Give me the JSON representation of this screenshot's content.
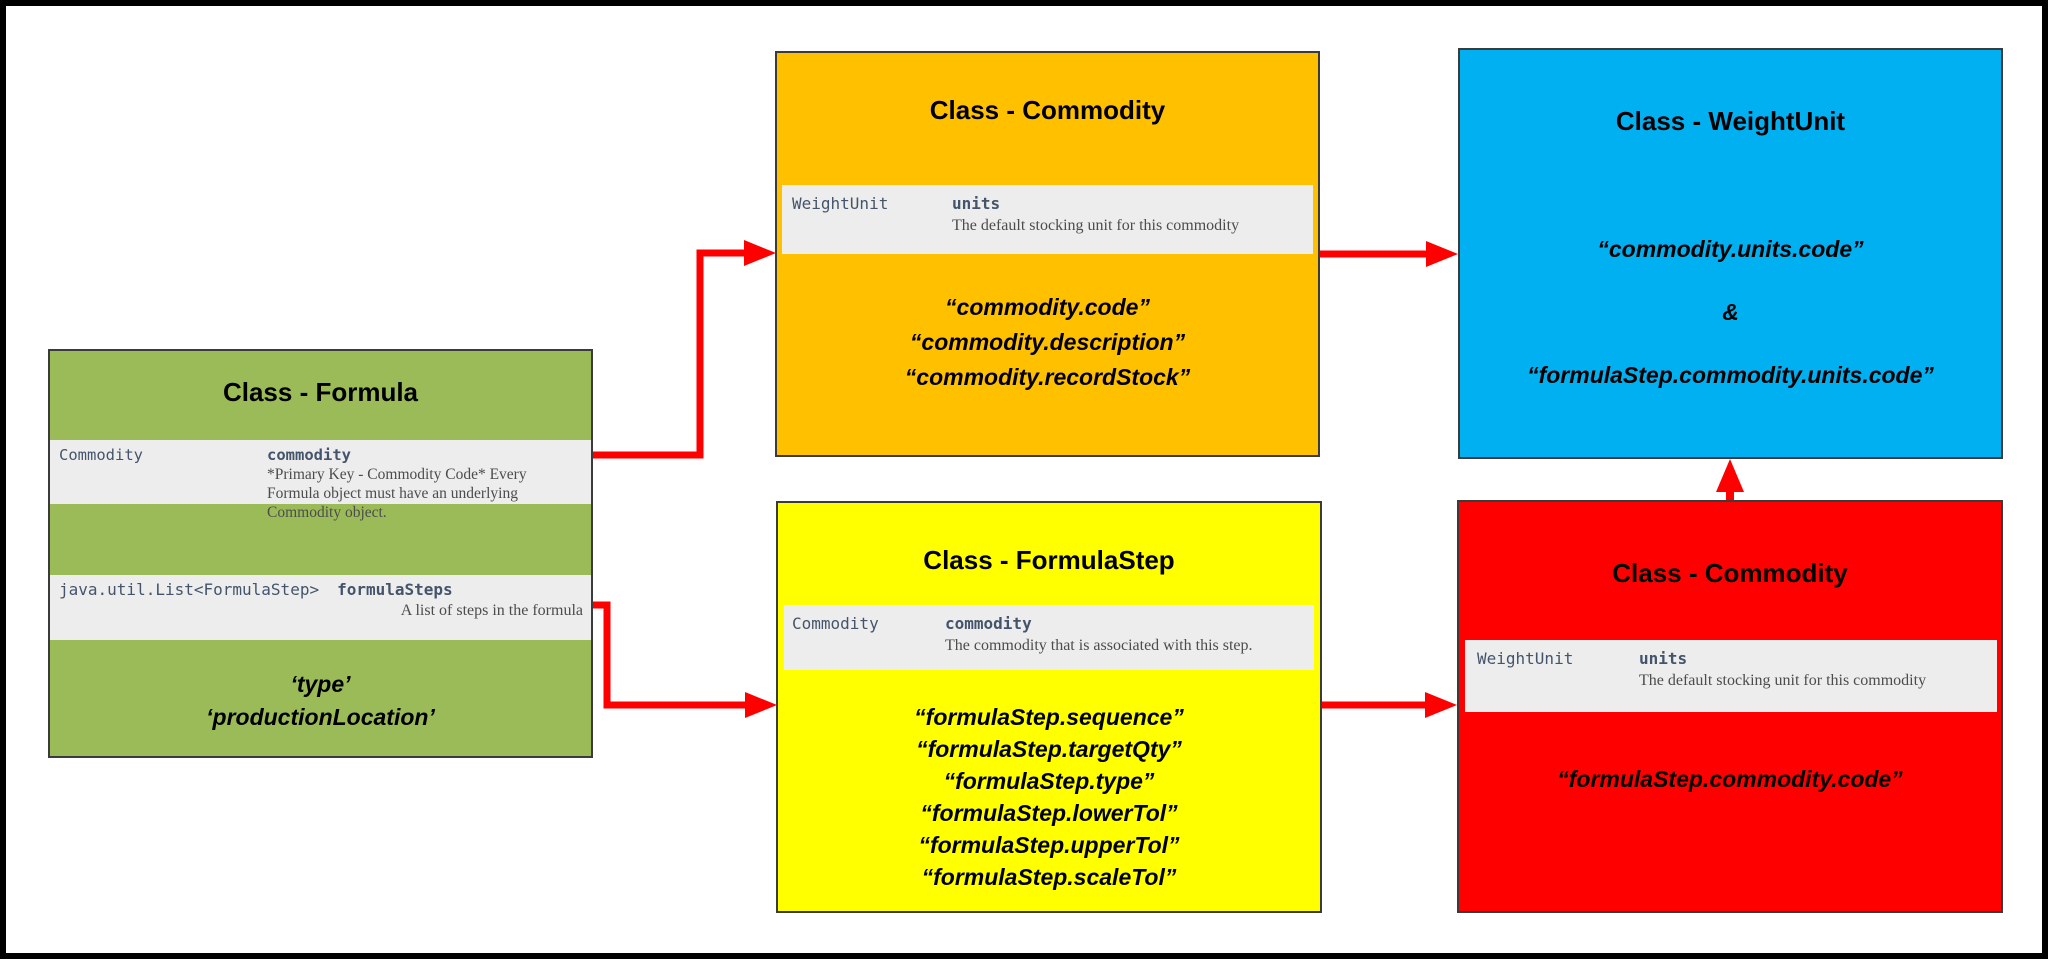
{
  "diagram": {
    "background_color": "#FFFFFF",
    "frame_color": "#000000",
    "arrow_color": "#FF0000",
    "row_background": "#EDEDED",
    "boxes": [
      {
        "id": "formula",
        "title": "Class - Formula",
        "color": "#9BBB59",
        "fields": [
          {
            "type": "Commodity",
            "name": "commodity",
            "description": "*Primary Key - Commodity Code* Every Formula object must have an underlying Commodity object."
          },
          {
            "type": "java.util.List<FormulaStep>",
            "name": "formulaSteps",
            "description": "A list of steps in the formula"
          }
        ],
        "bindings": [
          "‘type’",
          "‘productionLocation’"
        ]
      },
      {
        "id": "commodity-top",
        "title": "Class - Commodity",
        "color": "#FFC000",
        "fields": [
          {
            "type": "WeightUnit",
            "name": "units",
            "description": "The default stocking unit for this commodity"
          }
        ],
        "bindings": [
          "“commodity.code”",
          "“commodity.description”",
          "“commodity.recordStock”"
        ]
      },
      {
        "id": "weightunit",
        "title": "Class - WeightUnit",
        "color": "#00B0F0",
        "fields": [],
        "bindings": [
          "“commodity.units.code”",
          "&",
          "“formulaStep.commodity.units.code”"
        ]
      },
      {
        "id": "formulastep",
        "title": "Class - FormulaStep",
        "color": "#FFFF00",
        "fields": [
          {
            "type": "Commodity",
            "name": "commodity",
            "description": "The commodity that is associated with this step."
          }
        ],
        "bindings": [
          "“formulaStep.sequence”",
          "“formulaStep.targetQty”",
          "“formulaStep.type”",
          "“formulaStep.lowerTol”",
          "“formulaStep.upperTol”",
          "“formulaStep.scaleTol”"
        ]
      },
      {
        "id": "commodity-bottom",
        "title": "Class - Commodity",
        "color": "#FF0000",
        "fields": [
          {
            "type": "WeightUnit",
            "name": "units",
            "description": "The default stocking unit for this commodity"
          }
        ],
        "bindings": [
          "“formulaStep.commodity.code”"
        ]
      }
    ],
    "arrows": [
      {
        "from": "formula.commodity",
        "to": "commodity-top"
      },
      {
        "from": "formula.formulaSteps",
        "to": "formulastep"
      },
      {
        "from": "commodity-top.units",
        "to": "weightunit"
      },
      {
        "from": "formulastep.commodity",
        "to": "commodity-bottom"
      },
      {
        "from": "commodity-bottom",
        "to": "weightunit"
      }
    ]
  }
}
